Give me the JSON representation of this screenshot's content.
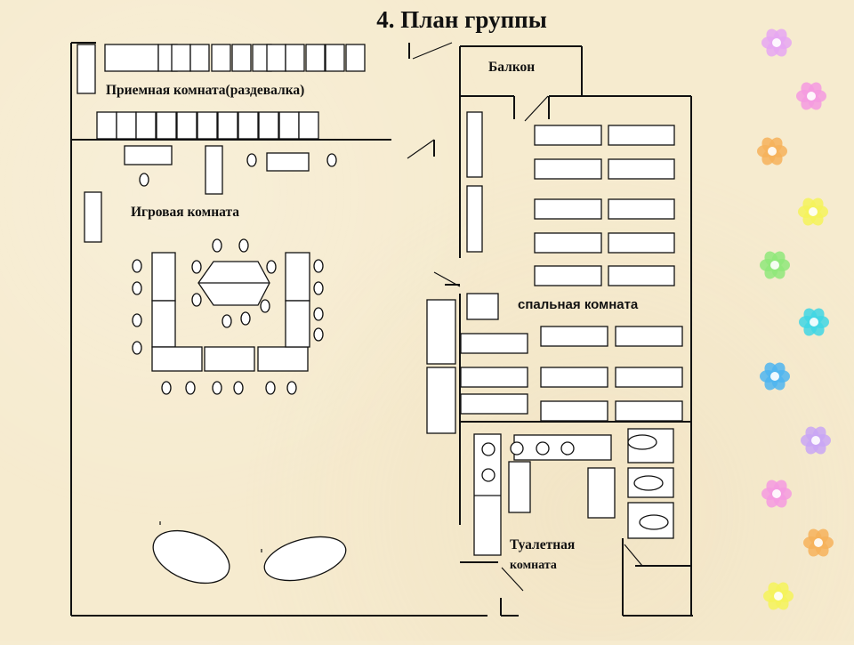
{
  "title": "4. План группы",
  "rooms": {
    "reception": "Приемная комната(раздевалка)",
    "play": "Игровая комната",
    "balcony": "Балкон",
    "bedroom": "спальная комната",
    "toilet_line1": "Туалетная",
    "toilet_line2": "комната"
  },
  "decor": {
    "flower_colors": [
      "#e6a7f2",
      "#f59ae0",
      "#f6b15a",
      "#f4f35a",
      "#8fe87a",
      "#3fd6e4",
      "#4fb5f0",
      "#c9a6f5",
      "#f59ae0",
      "#f6b15a",
      "#f4f35a"
    ]
  }
}
